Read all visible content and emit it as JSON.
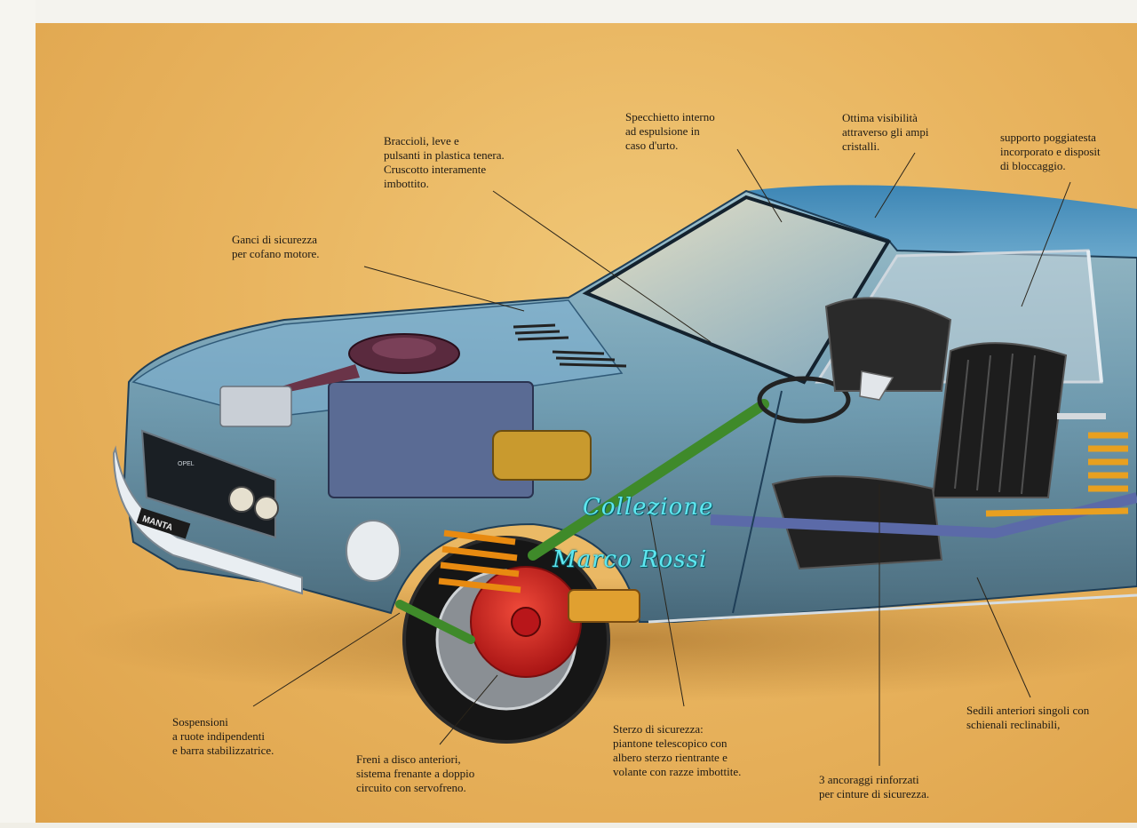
{
  "callouts": {
    "specchietto": "Specchietto interno\nad espulsione in\ncaso d'urto.",
    "visibilita": "Ottima visibilità\nattraverso gli ampi\ncristalli.",
    "poggiatesta": "supporto poggiatesta\nincorporato e disposit\ndi bloccaggio.",
    "braccioli": "Braccioli, leve e\npulsanti in plastica tenera.\nCruscotto interamente\nimbottito.",
    "ganci": "Ganci di sicurezza\nper cofano motore.",
    "sospensioni": "Sospensioni\na ruote indipendenti\ne barra stabilizzatrice.",
    "freni": "Freni a disco anteriori,\nsistema frenante a doppio\ncircuito con servofreno.",
    "sterzo": "Sterzo di sicurezza:\npiantone telescopico con\nalbero sterzo rientrante e\nvolante con razze imbottite.",
    "ancoraggi": "3 ancoraggi rinforzati\nper cinture di sicurezza.",
    "sedili": "Sedili anteriori singoli con\nschienali reclinabili,"
  },
  "watermark": {
    "line1": "Collezione",
    "line2": "Marco Rossi"
  },
  "car": {
    "plate": "MANTA",
    "badge": "OPEL"
  },
  "colors": {
    "background": "#e9b560",
    "body_blue": "#4f8fb8",
    "brake_red": "#d42525",
    "spring_orange": "#e8901c",
    "steering_green": "#3f8a2a",
    "watermark_cyan": "#5ee7f0"
  }
}
